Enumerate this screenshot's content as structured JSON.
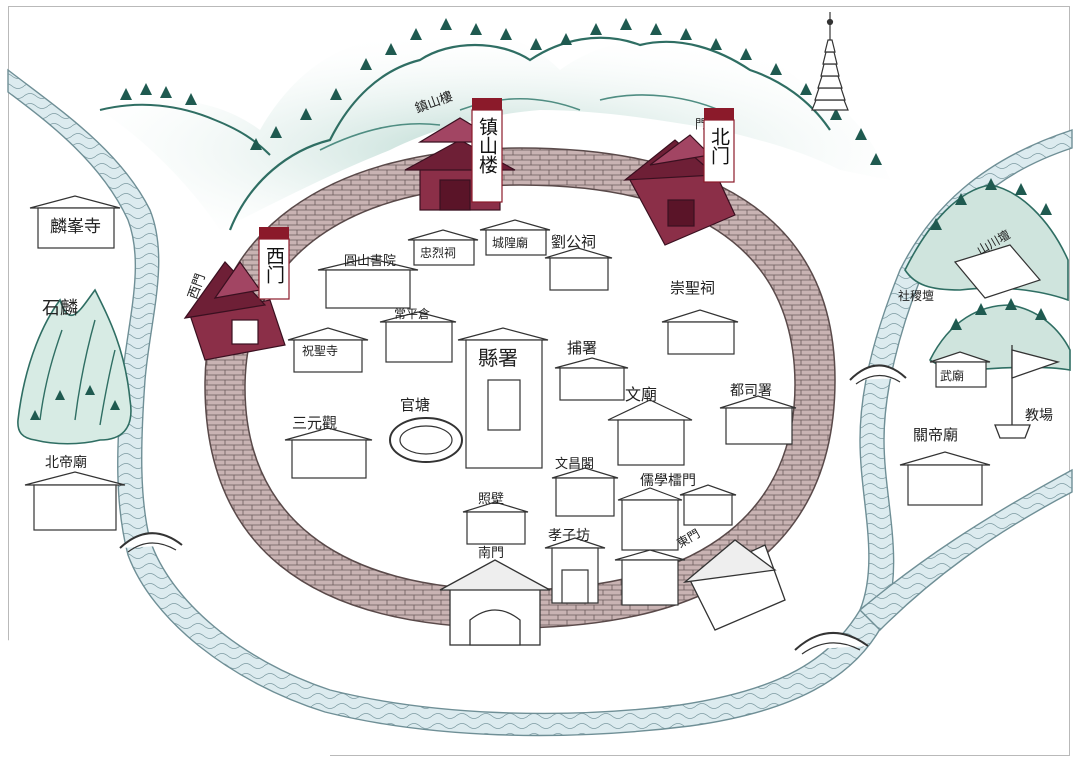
{
  "colors": {
    "wall": "#c9b3b3",
    "wall_line": "#6a5a5a",
    "gate": "#8b2f48",
    "gate_dark": "#6e1f36",
    "river": "#cfe4ea",
    "river_line": "#6f8f96",
    "mountain": "#2f6e63",
    "mountain_light": "#9fc9c0",
    "tag_accent": "#8b1a2a"
  },
  "highlight_tags": [
    {
      "id": "west-gate",
      "text": "西门"
    },
    {
      "id": "zhenshan-tower",
      "text": "镇山楼"
    },
    {
      "id": "north-gate",
      "text": "北门"
    }
  ],
  "map_labels": {
    "west_gate_old": "西門",
    "tower_old": "鎮山樓",
    "north_gate_old": "門",
    "south_gate_old": "南門",
    "east_gate_old": "東門",
    "qilin_temple": "麟峯寺",
    "qilin_stone": "石麟",
    "beidi_temple": "北帝廟",
    "yuanshan_academy": "圓山書院",
    "chenglie_shrine": "忠烈祠",
    "chenghuang_temple": "城隍廟",
    "liu_gong_shrine": "劉公祠",
    "zhusheng_shrine": "崇聖祠",
    "changping_granary": "常平倉",
    "zhusheng_temple": "祝聖寺",
    "county_office": "縣署",
    "bu_office": "捕署",
    "sanyuan_guan": "三元觀",
    "guan_tang": "官塘",
    "wen_temple": "文廟",
    "dusi_office": "都司署",
    "wenchang_ge": "文昌閣",
    "zhaobi": "照壁",
    "confucian_gate": "儒學檑門",
    "xiaozi_fang": "孝子坊",
    "shejitan": "社稷壇",
    "shanchuan_tan": "山川壇",
    "wumiao": "武廟",
    "jiao_chang": "教場",
    "guandi_temple": "關帝廟"
  }
}
